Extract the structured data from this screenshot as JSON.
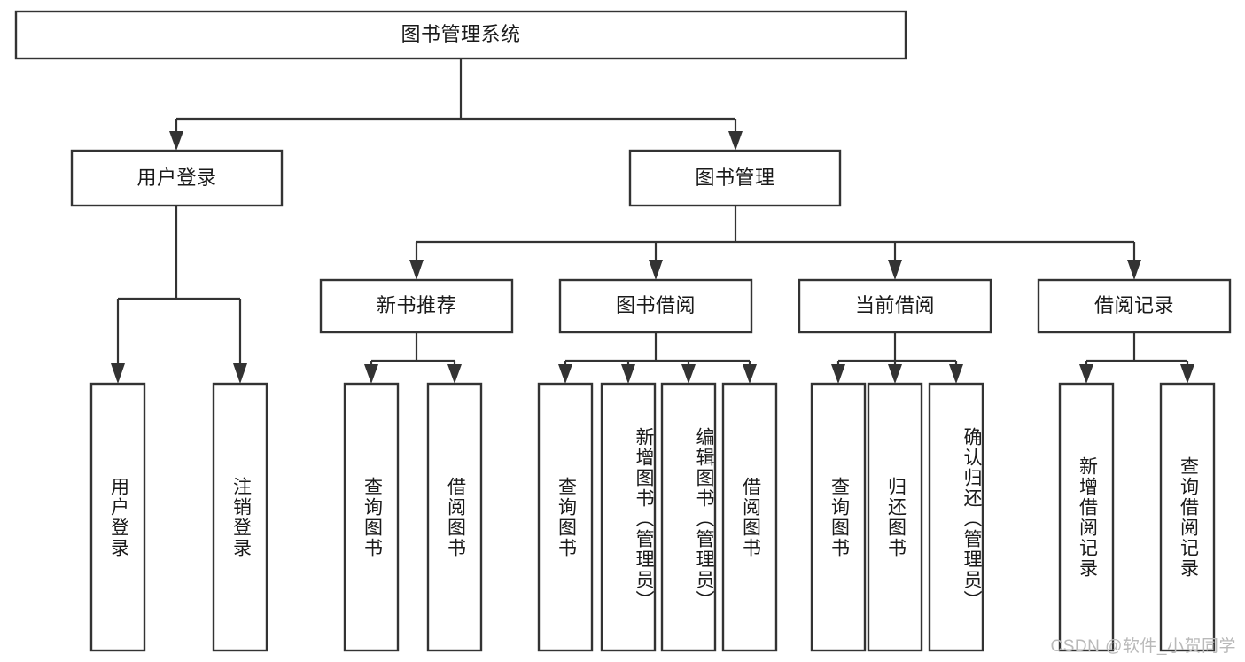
{
  "diagram": {
    "type": "tree-hierarchy-chart",
    "title_text": "图书管理系统",
    "watermark": "CSDN @软件_小贺同学",
    "colors": {
      "box_stroke": "#333333",
      "box_fill": "#ffffff",
      "text": "#1a1a1a",
      "background": "#ffffff",
      "watermark": "#b9b9b9"
    },
    "levels": [
      {
        "level": 1,
        "nodes": [
          {
            "id": "root",
            "label": "图书管理系统",
            "orientation": "horizontal"
          }
        ]
      },
      {
        "level": 2,
        "nodes": [
          {
            "id": "user-login",
            "label": "用户登录",
            "orientation": "horizontal",
            "parent": "root"
          },
          {
            "id": "book-manage",
            "label": "图书管理",
            "orientation": "horizontal",
            "parent": "root"
          }
        ]
      },
      {
        "level": 3,
        "nodes": [
          {
            "id": "new-book-recommend",
            "label": "新书推荐",
            "orientation": "horizontal",
            "parent": "book-manage"
          },
          {
            "id": "book-borrow",
            "label": "图书借阅",
            "orientation": "horizontal",
            "parent": "book-manage"
          },
          {
            "id": "current-borrow",
            "label": "当前借阅",
            "orientation": "horizontal",
            "parent": "book-manage"
          },
          {
            "id": "borrow-record",
            "label": "借阅记录",
            "orientation": "horizontal",
            "parent": "book-manage"
          }
        ]
      },
      {
        "level": 4,
        "nodes": [
          {
            "id": "leaf-user-login",
            "label": "用户登录",
            "orientation": "vertical",
            "parent": "user-login"
          },
          {
            "id": "leaf-logout",
            "label": "注销登录",
            "orientation": "vertical",
            "parent": "user-login"
          },
          {
            "id": "leaf-query-book-1",
            "label": "查询图书",
            "orientation": "vertical",
            "parent": "new-book-recommend"
          },
          {
            "id": "leaf-borrow-book-1",
            "label": "借阅图书",
            "orientation": "vertical",
            "parent": "new-book-recommend"
          },
          {
            "id": "leaf-query-book-2",
            "label": "查询图书",
            "orientation": "vertical",
            "parent": "book-borrow"
          },
          {
            "id": "leaf-add-book",
            "label": "新增图书（管理员）",
            "orientation": "vertical",
            "parent": "book-borrow"
          },
          {
            "id": "leaf-edit-book",
            "label": "编辑图书（管理员）",
            "orientation": "vertical",
            "parent": "book-borrow"
          },
          {
            "id": "leaf-borrow-book-2",
            "label": "借阅图书",
            "orientation": "vertical",
            "parent": "book-borrow"
          },
          {
            "id": "leaf-query-book-3",
            "label": "查询图书",
            "orientation": "vertical",
            "parent": "current-borrow"
          },
          {
            "id": "leaf-return-book",
            "label": "归还图书",
            "orientation": "vertical",
            "parent": "current-borrow"
          },
          {
            "id": "leaf-confirm-return",
            "label": "确认归还（管理员）",
            "orientation": "vertical",
            "parent": "current-borrow"
          },
          {
            "id": "leaf-add-record",
            "label": "新增借阅记录",
            "orientation": "vertical",
            "parent": "borrow-record"
          },
          {
            "id": "leaf-query-record",
            "label": "查询借阅记录",
            "orientation": "vertical",
            "parent": "borrow-record"
          }
        ]
      }
    ]
  }
}
